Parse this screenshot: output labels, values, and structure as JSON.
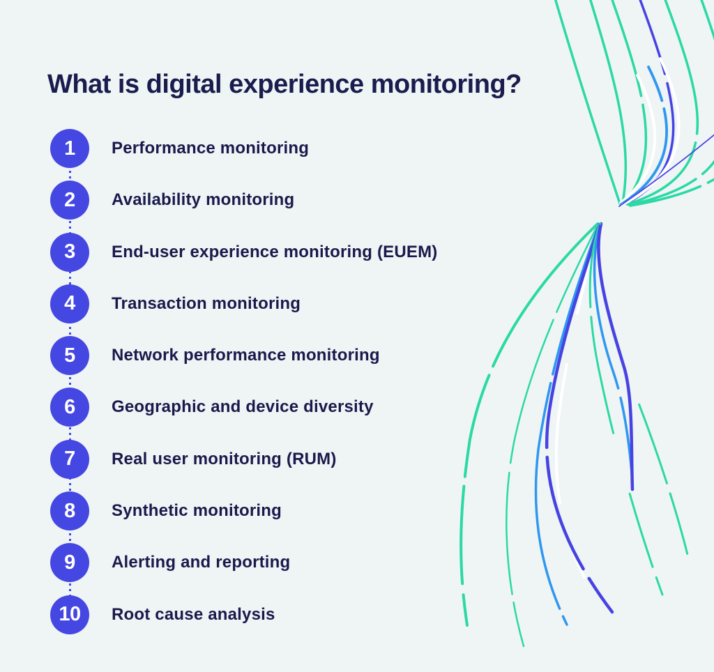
{
  "header": {
    "title": "What is digital experience monitoring?"
  },
  "list": {
    "items": [
      {
        "number": "1",
        "label": "Performance monitoring"
      },
      {
        "number": "2",
        "label": "Availability monitoring"
      },
      {
        "number": "3",
        "label": "End-user experience monitoring (EUEM)"
      },
      {
        "number": "4",
        "label": "Transaction monitoring"
      },
      {
        "number": "5",
        "label": "Network performance monitoring"
      },
      {
        "number": "6",
        "label": "Geographic and device diversity"
      },
      {
        "number": "7",
        "label": "Real user monitoring (RUM)"
      },
      {
        "number": "8",
        "label": "Synthetic monitoring"
      },
      {
        "number": "9",
        "label": "Alerting and reporting"
      },
      {
        "number": "10",
        "label": "Root cause analysis"
      }
    ]
  },
  "colors": {
    "background": "#EFF4F5",
    "title_text": "#1B1C4E",
    "item_text": "#191A4B",
    "badge_blue": "#4447E2",
    "connector_blue": "#4447E2",
    "curve_teal": "#2BD9A4",
    "curve_indigo": "#4643E2",
    "curve_blue": "#2E97F0",
    "curve_white": "#FFFFFF"
  }
}
